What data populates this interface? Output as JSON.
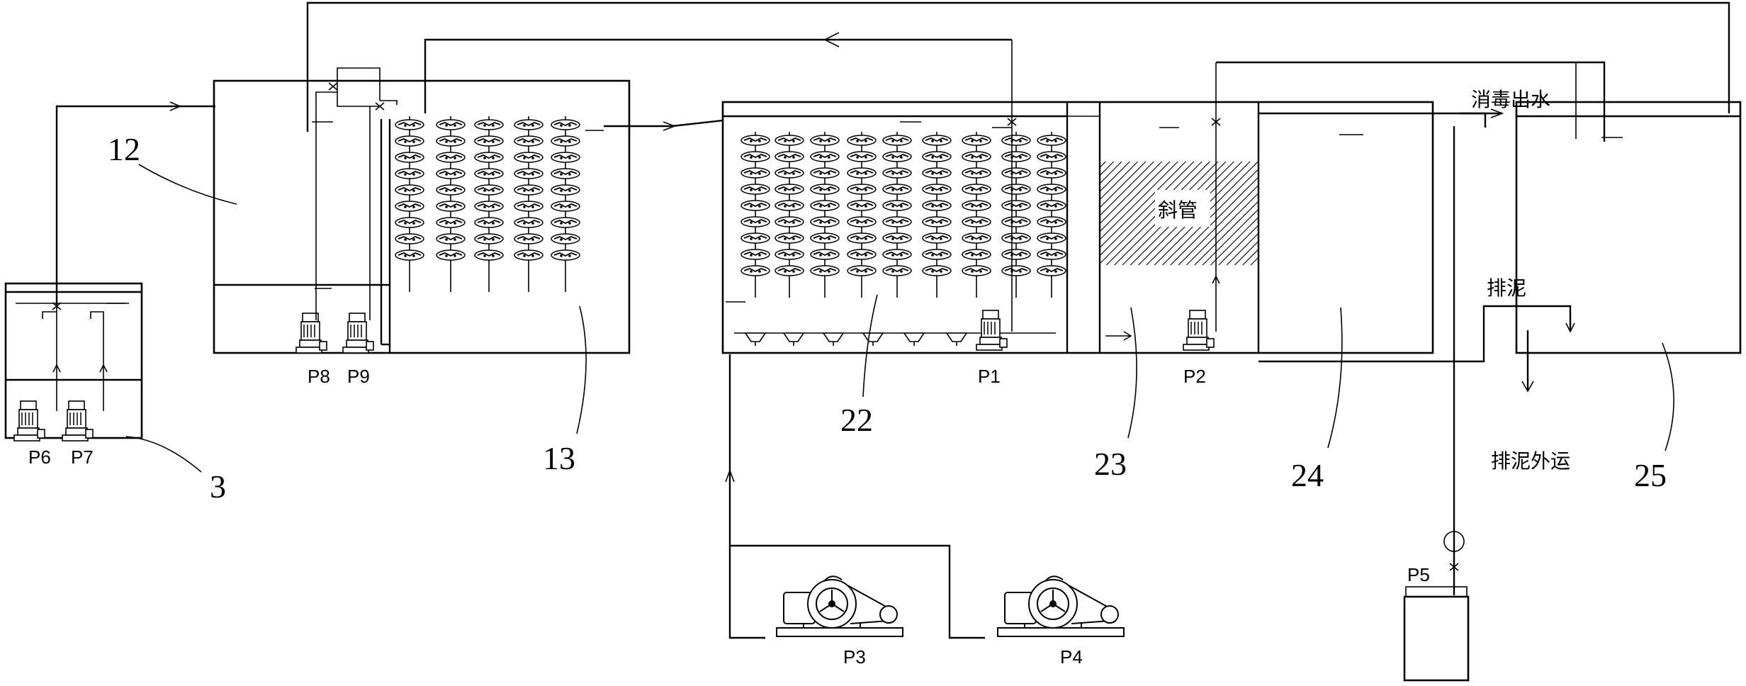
{
  "callouts": {
    "tank_3": "3",
    "tank_12": "12",
    "tank_13": "13",
    "tank_22": "22",
    "tank_23": "23",
    "tank_24": "24",
    "tank_25": "25"
  },
  "pumps": {
    "p1": "P1",
    "p2": "P2",
    "p3": "P3",
    "p4": "P4",
    "p5": "P5",
    "p6": "P6",
    "p7": "P7",
    "p8": "P8",
    "p9": "P9"
  },
  "text": {
    "inclined_tube": "斜管",
    "disinfected_outlet": "消毒出水",
    "sludge_discharge": "排泥",
    "sludge_external": "排泥外运"
  }
}
